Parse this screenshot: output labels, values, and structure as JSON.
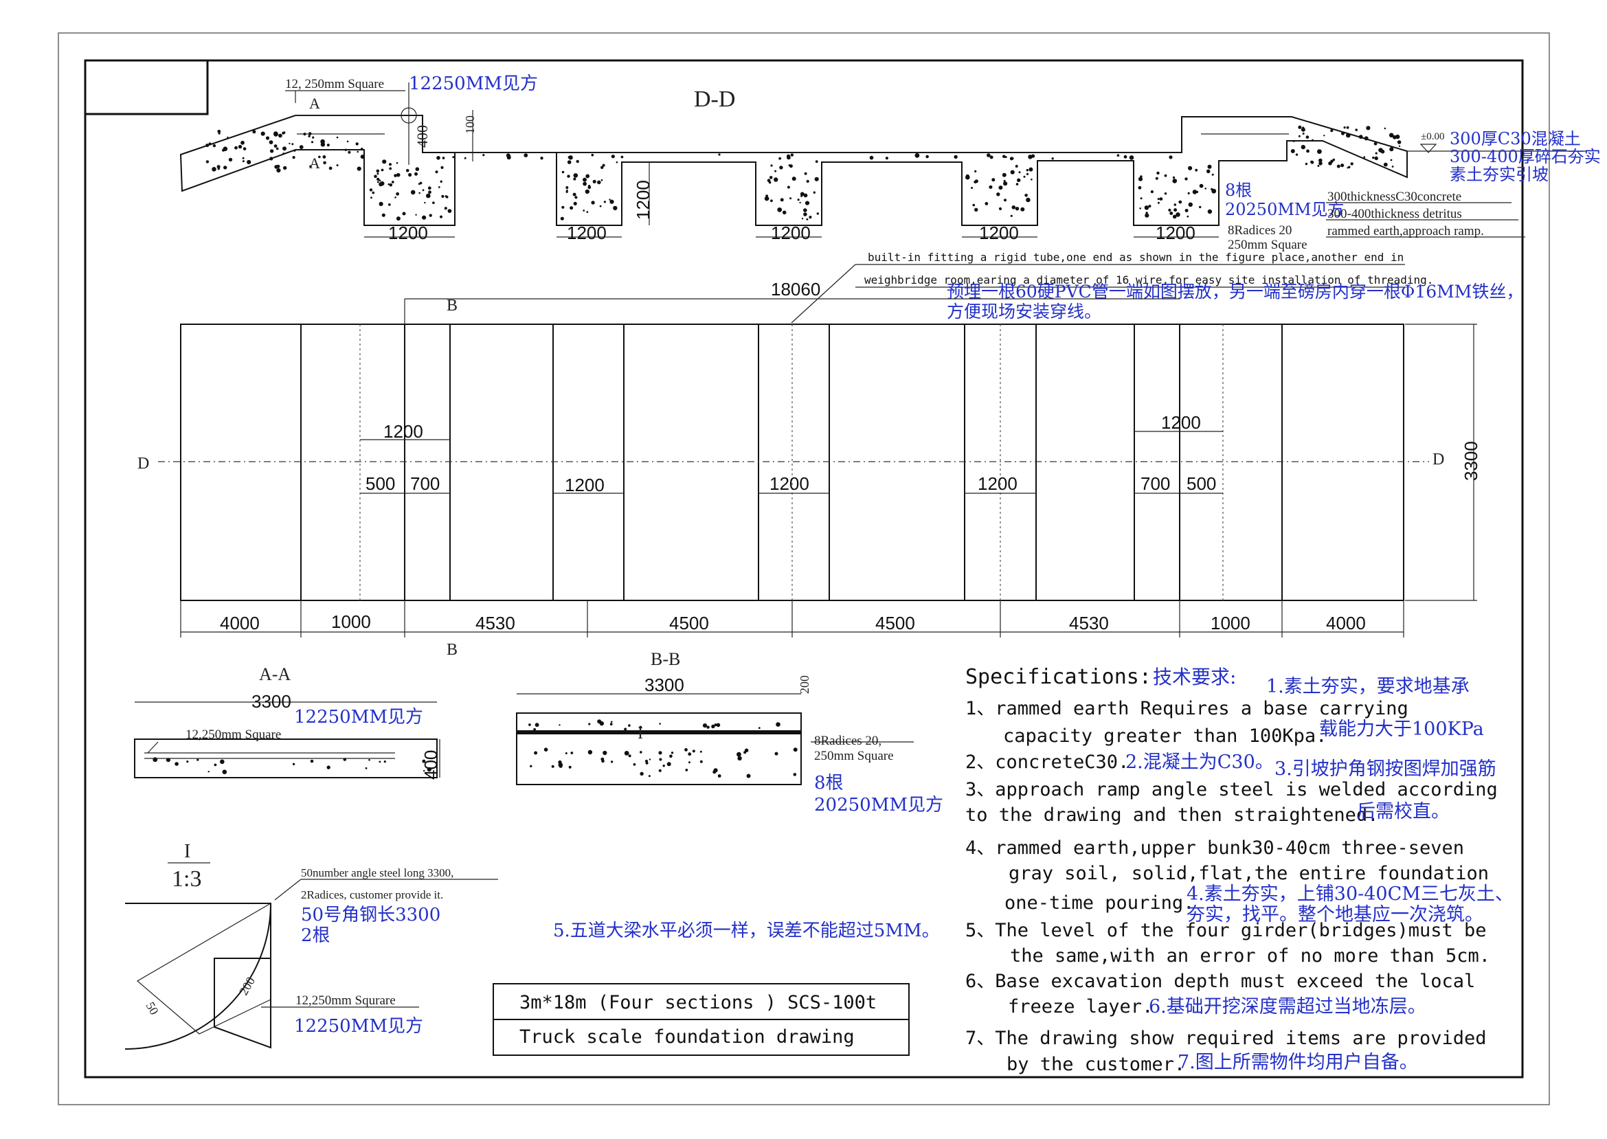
{
  "colors": {
    "ink": "#111111",
    "annotation_blue": "#2330c8",
    "background": "#ffffff"
  },
  "section_dd": {
    "title": "D-D",
    "anchor_en": "12, 250mm Square",
    "anchor_cn": "12250MM见方",
    "dim_400": "400",
    "dim_100": "100",
    "pit_widths": [
      "1200",
      "1200",
      "1200",
      "1200",
      "1200"
    ],
    "pit_depth": "1200",
    "section_a_marks": [
      "A",
      "A"
    ],
    "rebar_cn": "8根",
    "rebar_cn2": "20250MM见方",
    "rebar_en": "8Radices    20",
    "rebar_en2": "250mm Square",
    "level_mark": "±0.00",
    "ramp_cn": [
      "300厚C30混凝土",
      "300-400厚碎石夯实",
      "素土夯实引坡"
    ],
    "ramp_en": [
      "300thicknessC30concrete",
      "300-400thickness detritus",
      "rammed earth,approach ramp."
    ]
  },
  "tube_note": {
    "en_line1": "built-in fitting a rigid tube,one end as shown in the figure place,another end in",
    "en_line2": "weighbridge room,earing a diameter of 16 wire,for easy site installation of threading.",
    "cn_line1": "预埋一根60硬PVC管一端如图摆放，另一端至磅房内穿一根Φ16MM铁丝，",
    "cn_line2": "方便现场安装穿线。"
  },
  "plan": {
    "overall_length": "18060",
    "height": "3300",
    "section_b_marks": [
      "B",
      "B"
    ],
    "section_d_marks": [
      "D",
      "D"
    ],
    "inner_dims": [
      "1200",
      "500",
      "700",
      "1200",
      "1200",
      "1200",
      "1200",
      "700",
      "500"
    ],
    "bottom_dims": [
      "4000",
      "1000",
      "4530",
      "4500",
      "4500",
      "4530",
      "1000",
      "4000"
    ]
  },
  "section_aa": {
    "title": "A-A",
    "width": "3300",
    "depth": "400",
    "anchor_cn": "12250MM见方",
    "anchor_en": "12,250mm Square"
  },
  "section_bb": {
    "title": "B-B",
    "width": "3300",
    "top_dim": "200",
    "detail_mark": "I",
    "rebar_en": "8Radices    20,",
    "rebar_en2": "250mm Square",
    "rebar_cn": "8根",
    "rebar_cn2": "20250MM见方"
  },
  "detail_i": {
    "label": "I",
    "scale": "1:3",
    "angle_en": "50number angle steel long 3300,",
    "angle_en2": "2Radices, customer provide it.",
    "angle_cn": "50号角钢长3300",
    "angle_cn2": "2根",
    "dim_50": "50",
    "dim_200": "200",
    "anchor_en": "12,250mm Squrare",
    "anchor_cn": "12250MM见方"
  },
  "girder_note_cn": "5.五道大梁水平必须一样，误差不能超过5MM。",
  "title_block": {
    "line1": "3m*18m  (Four sections )  SCS-100t",
    "line2": "Truck scale foundation drawing"
  },
  "specs": {
    "heading_en": "Specifications:",
    "heading_cn": "技术要求:",
    "items": [
      {
        "en1": "1、rammed earth Requires a base carrying",
        "en2": "capacity greater than 100Kpa.",
        "cn1": "1.素土夯实，要求地基承",
        "cn2": "载能力大于100KPa"
      },
      {
        "en1": "2、concreteC30.",
        "cn1": "2.混凝土为C30。"
      },
      {
        "en1": "3、approach ramp angle steel is welded according",
        "en2": "to the drawing and then straightened.",
        "cn1": "3.引坡护角钢按图焊加强筋",
        "cn2": "后需校直。"
      },
      {
        "en1": "4、rammed earth,upper bunk30-40cm three-seven",
        "en2": "gray soil, solid,flat,the entire foundation",
        "en3": "one-time pouring.",
        "cn1": "4.素土夯实，上铺30-40CM三七灰土、",
        "cn2": "夯实，找平。整个地基应一次浇筑。"
      },
      {
        "en1": "5、The level of the four girder(bridges)must be",
        "en2": "the same,with an error of no more than 5cm."
      },
      {
        "en1": "6、Base  excavation depth must exceed the local",
        "en2": "freeze layer.",
        "cn1": "6.基础开挖深度需超过当地冻层。"
      },
      {
        "en1": "7、The drawing show required items are provided",
        "en2": "by the customer.",
        "cn1": "7.图上所需物件均用户自备。"
      }
    ]
  }
}
